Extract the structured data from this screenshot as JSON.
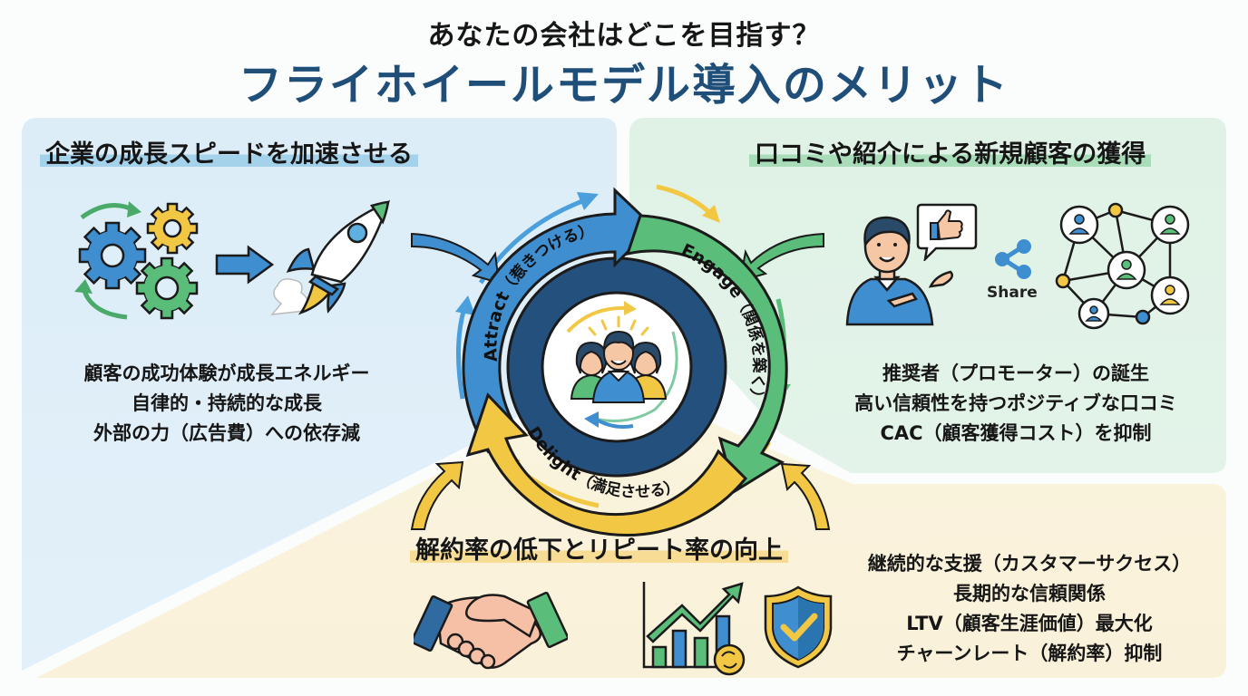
{
  "header": {
    "subtitle": "あなたの会社はどこを目指す？",
    "title": "フライホイールモデル導入のメリット"
  },
  "colors": {
    "title_blue": "#1f4e79",
    "attract_blue": "#3e8ed0",
    "engage_green": "#5bbd7a",
    "delight_yellow": "#f2c744",
    "inner_navy": "#24507e",
    "panel_blue": "#deeff9",
    "panel_green": "#e2f3e7",
    "panel_yellow": "#fbf3dc"
  },
  "panels": {
    "growth": {
      "heading": "企業の成長スピードを加速させる",
      "icons": [
        "gears-icon",
        "arrow-right-icon",
        "rocket-icon"
      ],
      "bullets": [
        "顧客の成功体験が成長エネルギー",
        "自律的・持続的な成長",
        "外部の力（広告費）への依存減"
      ]
    },
    "referral": {
      "heading": "口コミや紹介による新規顧客の獲得",
      "share_label": "Share",
      "icons": [
        "person-pointing-icon",
        "thumbs-up-bubble-icon",
        "share-icon",
        "network-icon"
      ],
      "bullets": [
        "推奨者（プロモーター）の誕生",
        "高い信頼性を持つポジティブな口コミ",
        "CAC（顧客獲得コスト）を抑制"
      ]
    },
    "retention": {
      "heading": "解約率の低下とリピート率の向上",
      "icons": [
        "handshake-icon",
        "growth-chart-icon",
        "shield-check-icon"
      ],
      "bullets": [
        "継続的な支援（カスタマーサクセス）",
        "長期的な信頼関係",
        "LTV（顧客生涯価値）最大化",
        "チャーンレート（解約率）抑制"
      ]
    }
  },
  "flywheel": {
    "center": "customers-icon",
    "stages": [
      {
        "name": "Attract",
        "jp": "（惹きつける）"
      },
      {
        "name": "Engage",
        "jp": "（関係を築く）"
      },
      {
        "name": "Delight",
        "jp": "（満足させる）"
      }
    ]
  }
}
